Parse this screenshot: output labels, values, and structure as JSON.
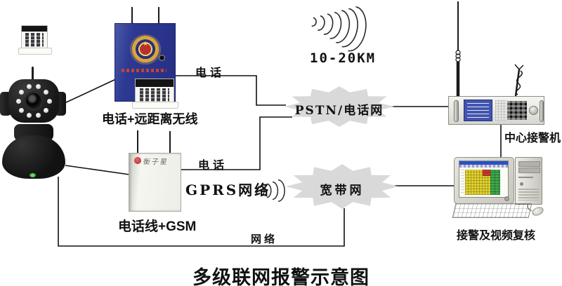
{
  "title": "多级联网报警示意图",
  "devices": {
    "alarm_host_wireless": {
      "label": "电话+远距离无线"
    },
    "alarm_host_gsm": {
      "label": "电话线+GSM",
      "brand": "衡子星"
    },
    "center_receiver": {
      "label": "中心接警机"
    },
    "review_computer": {
      "label": "接警及视频复核"
    }
  },
  "networks": {
    "pstn": {
      "label": "PSTN/电话网"
    },
    "broadband": {
      "label": "宽带网"
    }
  },
  "links": {
    "phone_top": {
      "label": "电话"
    },
    "phone_bottom": {
      "label": "电话"
    },
    "gprs": {
      "label": "GPRS网络"
    },
    "lan": {
      "label": "网络"
    },
    "wireless_distance": {
      "label": "10-20KM"
    }
  },
  "colors": {
    "background": "#ffffff",
    "line": "#111111",
    "cloud_fill": "#d9d9d9",
    "panel_blue": "#2c3892",
    "display_blue": "#4254ae",
    "screen_yellow": "#e0d231",
    "screen_green": "#3fa54e",
    "screen_red": "#c6392b",
    "badge_gold": "#d8a53c",
    "logo_red": "#b01f26"
  }
}
